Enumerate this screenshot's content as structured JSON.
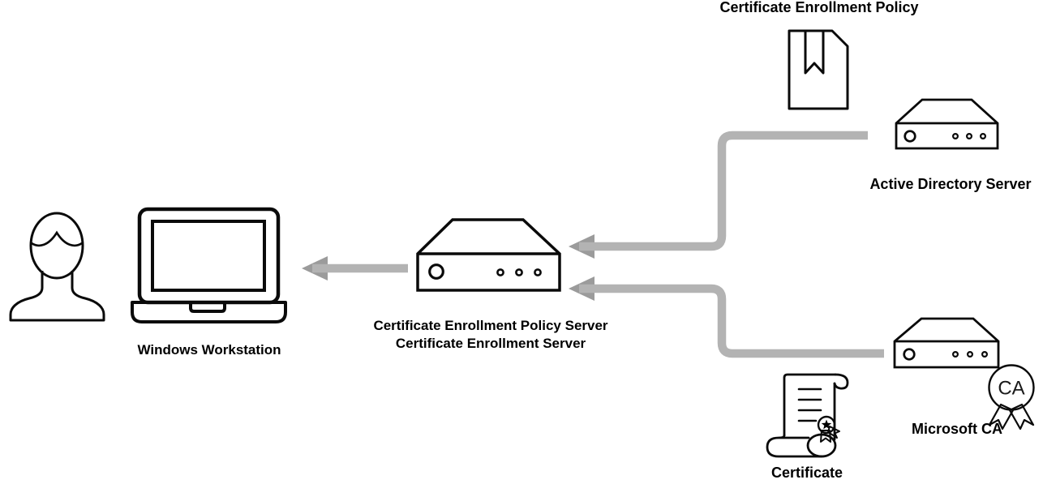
{
  "diagram": {
    "type": "network-architecture",
    "background": "#ffffff",
    "colors": {
      "outline": "#0a0a0a",
      "text": "#000000",
      "connector": "#b3b3b3",
      "arrowhead": "#9b9b9b"
    },
    "labels": {
      "policy_document": "Certificate Enrollment Policy",
      "active_directory": "Active Directory Server",
      "microsoft_ca": "Microsoft CA",
      "certificate": "Certificate",
      "workstation": "Windows Workstation",
      "enrollment_server_line1": "Certificate Enrollment Policy Server",
      "enrollment_server_line2": "Certificate Enrollment Server",
      "ca_badge": "CA"
    },
    "nodes": [
      {
        "id": "user",
        "icon": "person-icon",
        "label": ""
      },
      {
        "id": "workstation",
        "icon": "laptop-icon",
        "label": "Windows Workstation"
      },
      {
        "id": "enrollment-server",
        "icon": "server-icon",
        "label": "Certificate Enrollment Policy Server / Certificate Enrollment Server"
      },
      {
        "id": "policy-document",
        "icon": "document-bookmark-icon",
        "label": "Certificate Enrollment Policy"
      },
      {
        "id": "active-directory",
        "icon": "server-icon",
        "label": "Active Directory Server"
      },
      {
        "id": "microsoft-ca",
        "icon": "server-icon-with-ca-rosette",
        "label": "Microsoft CA"
      },
      {
        "id": "certificate",
        "icon": "scroll-seal-icon",
        "label": "Certificate"
      }
    ],
    "connections": [
      {
        "from": "active-directory",
        "to": "enrollment-server",
        "shape": "elbow",
        "arrowhead": "left"
      },
      {
        "from": "microsoft-ca",
        "to": "enrollment-server",
        "shape": "elbow",
        "arrowhead": "left"
      },
      {
        "from": "enrollment-server",
        "to": "workstation",
        "shape": "straight",
        "arrowhead": "left"
      }
    ]
  }
}
